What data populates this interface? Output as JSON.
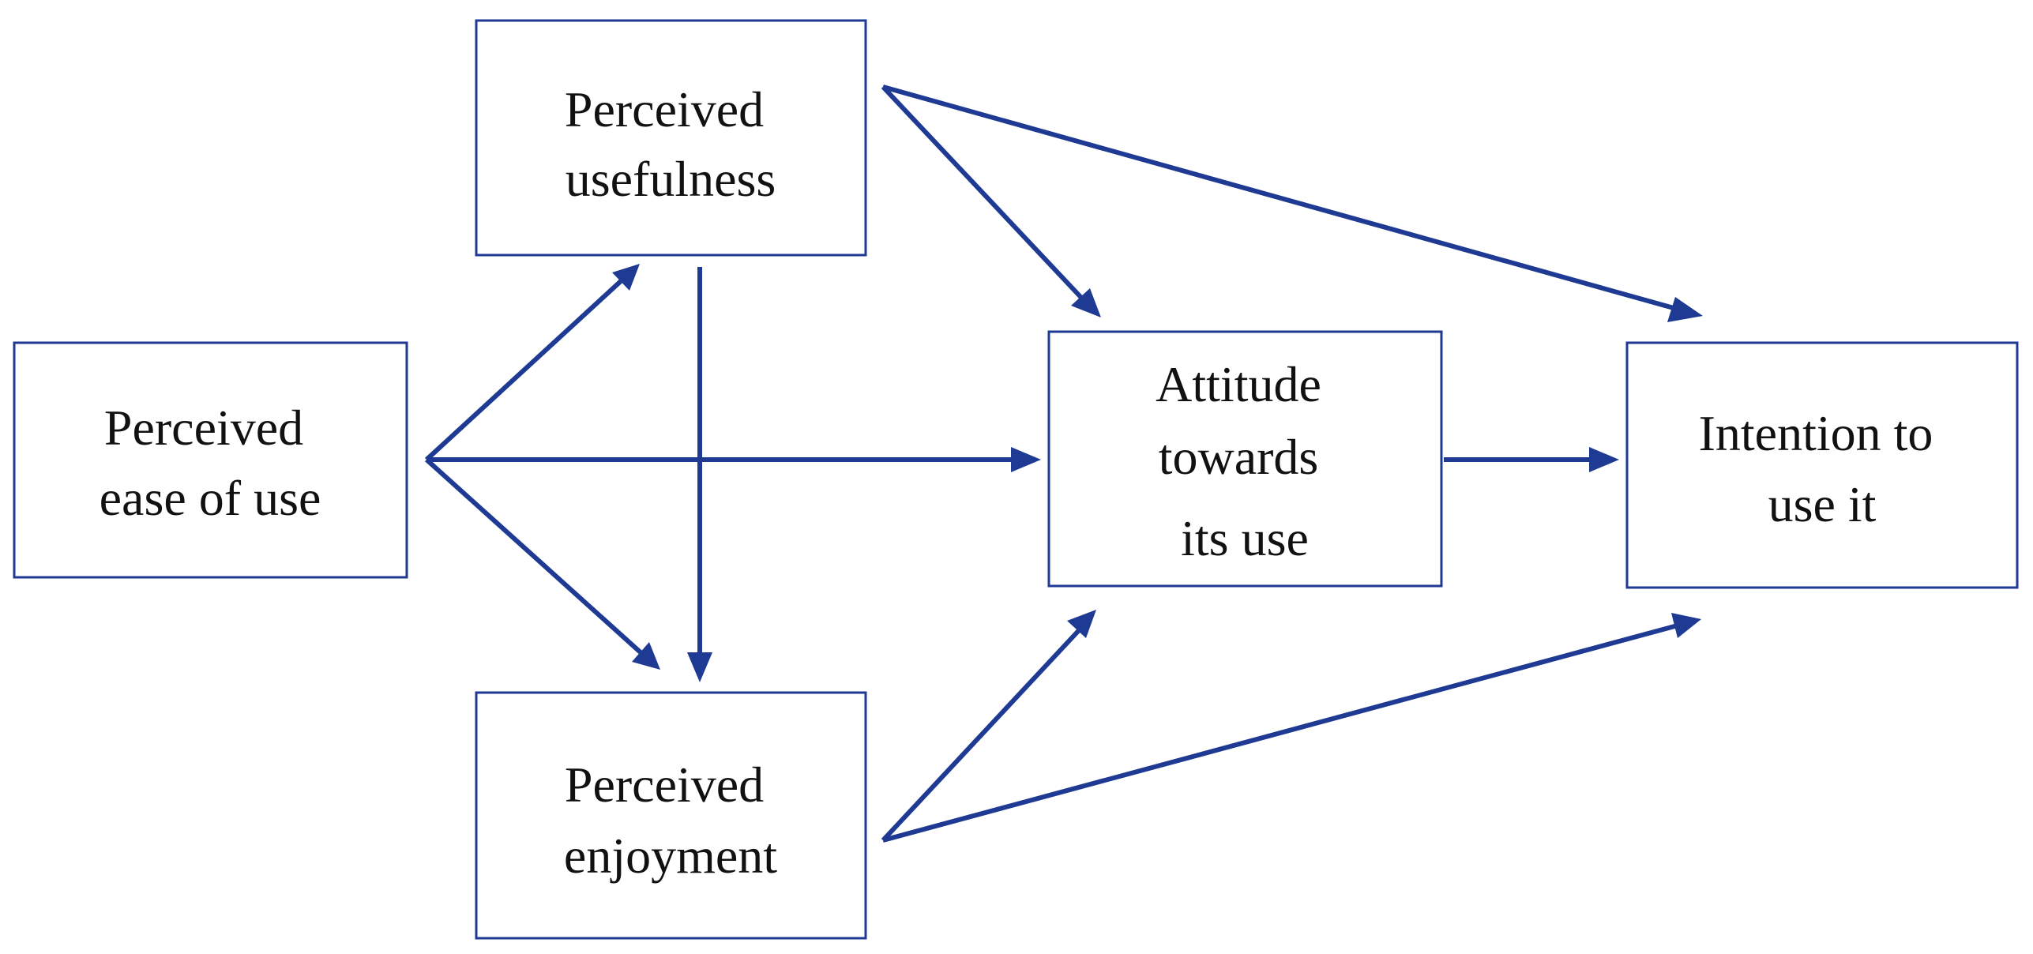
{
  "diagram": {
    "line_color": "#1f3a93",
    "nodes": {
      "ease": {
        "lines": [
          "Perceived",
          "ease of use"
        ]
      },
      "usefulness": {
        "lines": [
          "Perceived",
          "usefulness"
        ]
      },
      "enjoyment": {
        "lines": [
          "Perceived",
          "enjoyment"
        ]
      },
      "attitude": {
        "lines": [
          "Attitude",
          "towards",
          "its use"
        ]
      },
      "intention": {
        "lines": [
          "Intention to",
          "use it"
        ]
      }
    },
    "edges": [
      {
        "from": "ease",
        "to": "usefulness"
      },
      {
        "from": "ease",
        "to": "attitude"
      },
      {
        "from": "ease",
        "to": "enjoyment"
      },
      {
        "from": "usefulness",
        "to": "enjoyment"
      },
      {
        "from": "usefulness",
        "to": "attitude"
      },
      {
        "from": "usefulness",
        "to": "intention"
      },
      {
        "from": "enjoyment",
        "to": "attitude"
      },
      {
        "from": "enjoyment",
        "to": "intention"
      },
      {
        "from": "attitude",
        "to": "intention"
      }
    ]
  }
}
